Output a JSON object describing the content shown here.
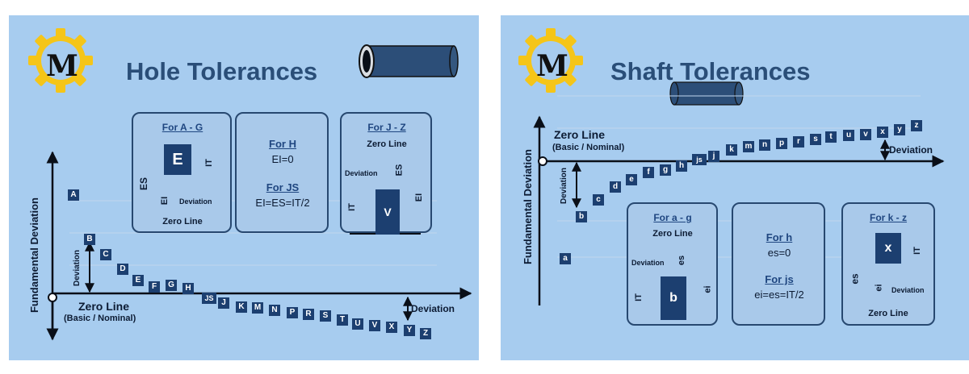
{
  "hole": {
    "title": "Hole Tolerances",
    "logo_letter": "M",
    "axis_label": "Fundamental Deviation",
    "zero_line": "Zero Line",
    "zero_line_sub": "(Basic / Nominal)",
    "deviation": "Deviation",
    "letters": [
      "A",
      "B",
      "C",
      "D",
      "E",
      "F",
      "G",
      "H",
      "JS",
      "J",
      "K",
      "M",
      "N",
      "P",
      "R",
      "S",
      "T",
      "U",
      "V",
      "X",
      "Y",
      "Z"
    ],
    "box_ag": {
      "title": "For A - G",
      "block": "E",
      "es": "ES",
      "it": "IT",
      "ei": "EI",
      "deviation": "Deviation",
      "zero": "Zero Line"
    },
    "box_h": {
      "title1": "For H",
      "line1": "EI=0",
      "title2": "For JS",
      "line2": "EI=ES=IT/2"
    },
    "box_jz": {
      "title": "For J - Z",
      "zero": "Zero Line",
      "deviation": "Deviation",
      "es": "ES",
      "it": "IT",
      "ei": "EI",
      "block": "V"
    }
  },
  "shaft": {
    "title": "Shaft Tolerances",
    "logo_letter": "M",
    "axis_label": "Fundamental Deviation",
    "zero_line": "Zero Line",
    "zero_line_sub": "(Basic / Nominal)",
    "deviation": "Deviation",
    "letters": [
      "a",
      "b",
      "c",
      "d",
      "e",
      "f",
      "g",
      "h",
      "js",
      "j",
      "k",
      "m",
      "n",
      "p",
      "r",
      "s",
      "t",
      "u",
      "v",
      "x",
      "y",
      "z"
    ],
    "box_ag": {
      "title": "For a - g",
      "zero": "Zero Line",
      "deviation": "Deviation",
      "es": "es",
      "it": "IT",
      "ei": "ei",
      "block": "b"
    },
    "box_h": {
      "title1": "For h",
      "line1": "es=0",
      "title2": "For js",
      "line2": "ei=es=IT/2"
    },
    "box_kz": {
      "title": "For k - z",
      "block": "x",
      "es": "es",
      "it": "IT",
      "ei": "ei",
      "deviation": "Deviation",
      "zero": "Zero Line"
    }
  },
  "colors": {
    "background": "#a7ccef",
    "navy": "#1c3f70",
    "title": "#2a4e78",
    "gear": "#f5c518"
  }
}
